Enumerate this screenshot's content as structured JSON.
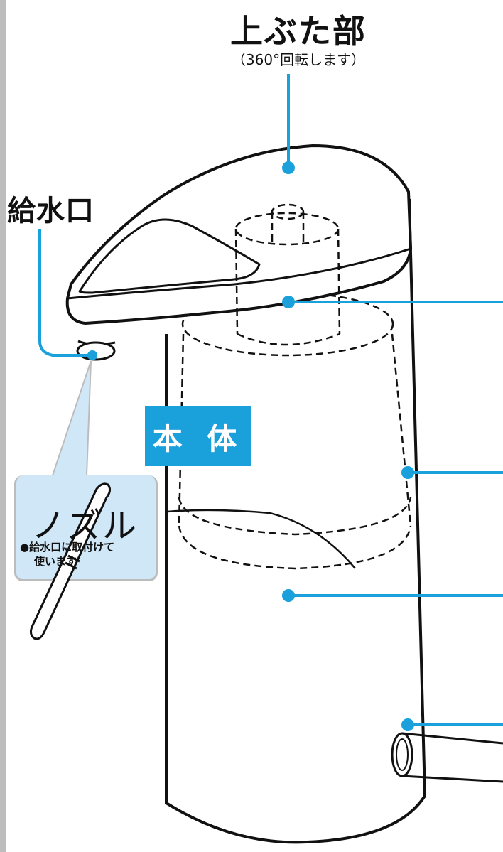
{
  "title": "上ぶた部",
  "subtitle": "（360°回転します）",
  "labels": {
    "spout": "給水口",
    "body": "本 体"
  },
  "nozzle": {
    "title": "ノズル",
    "note_line1": "●給水口に取付けて",
    "note_line2": "使います"
  },
  "colors": {
    "accent": "#1aa0db",
    "callout_bg": "#cfe7f7",
    "line": "#111111"
  }
}
